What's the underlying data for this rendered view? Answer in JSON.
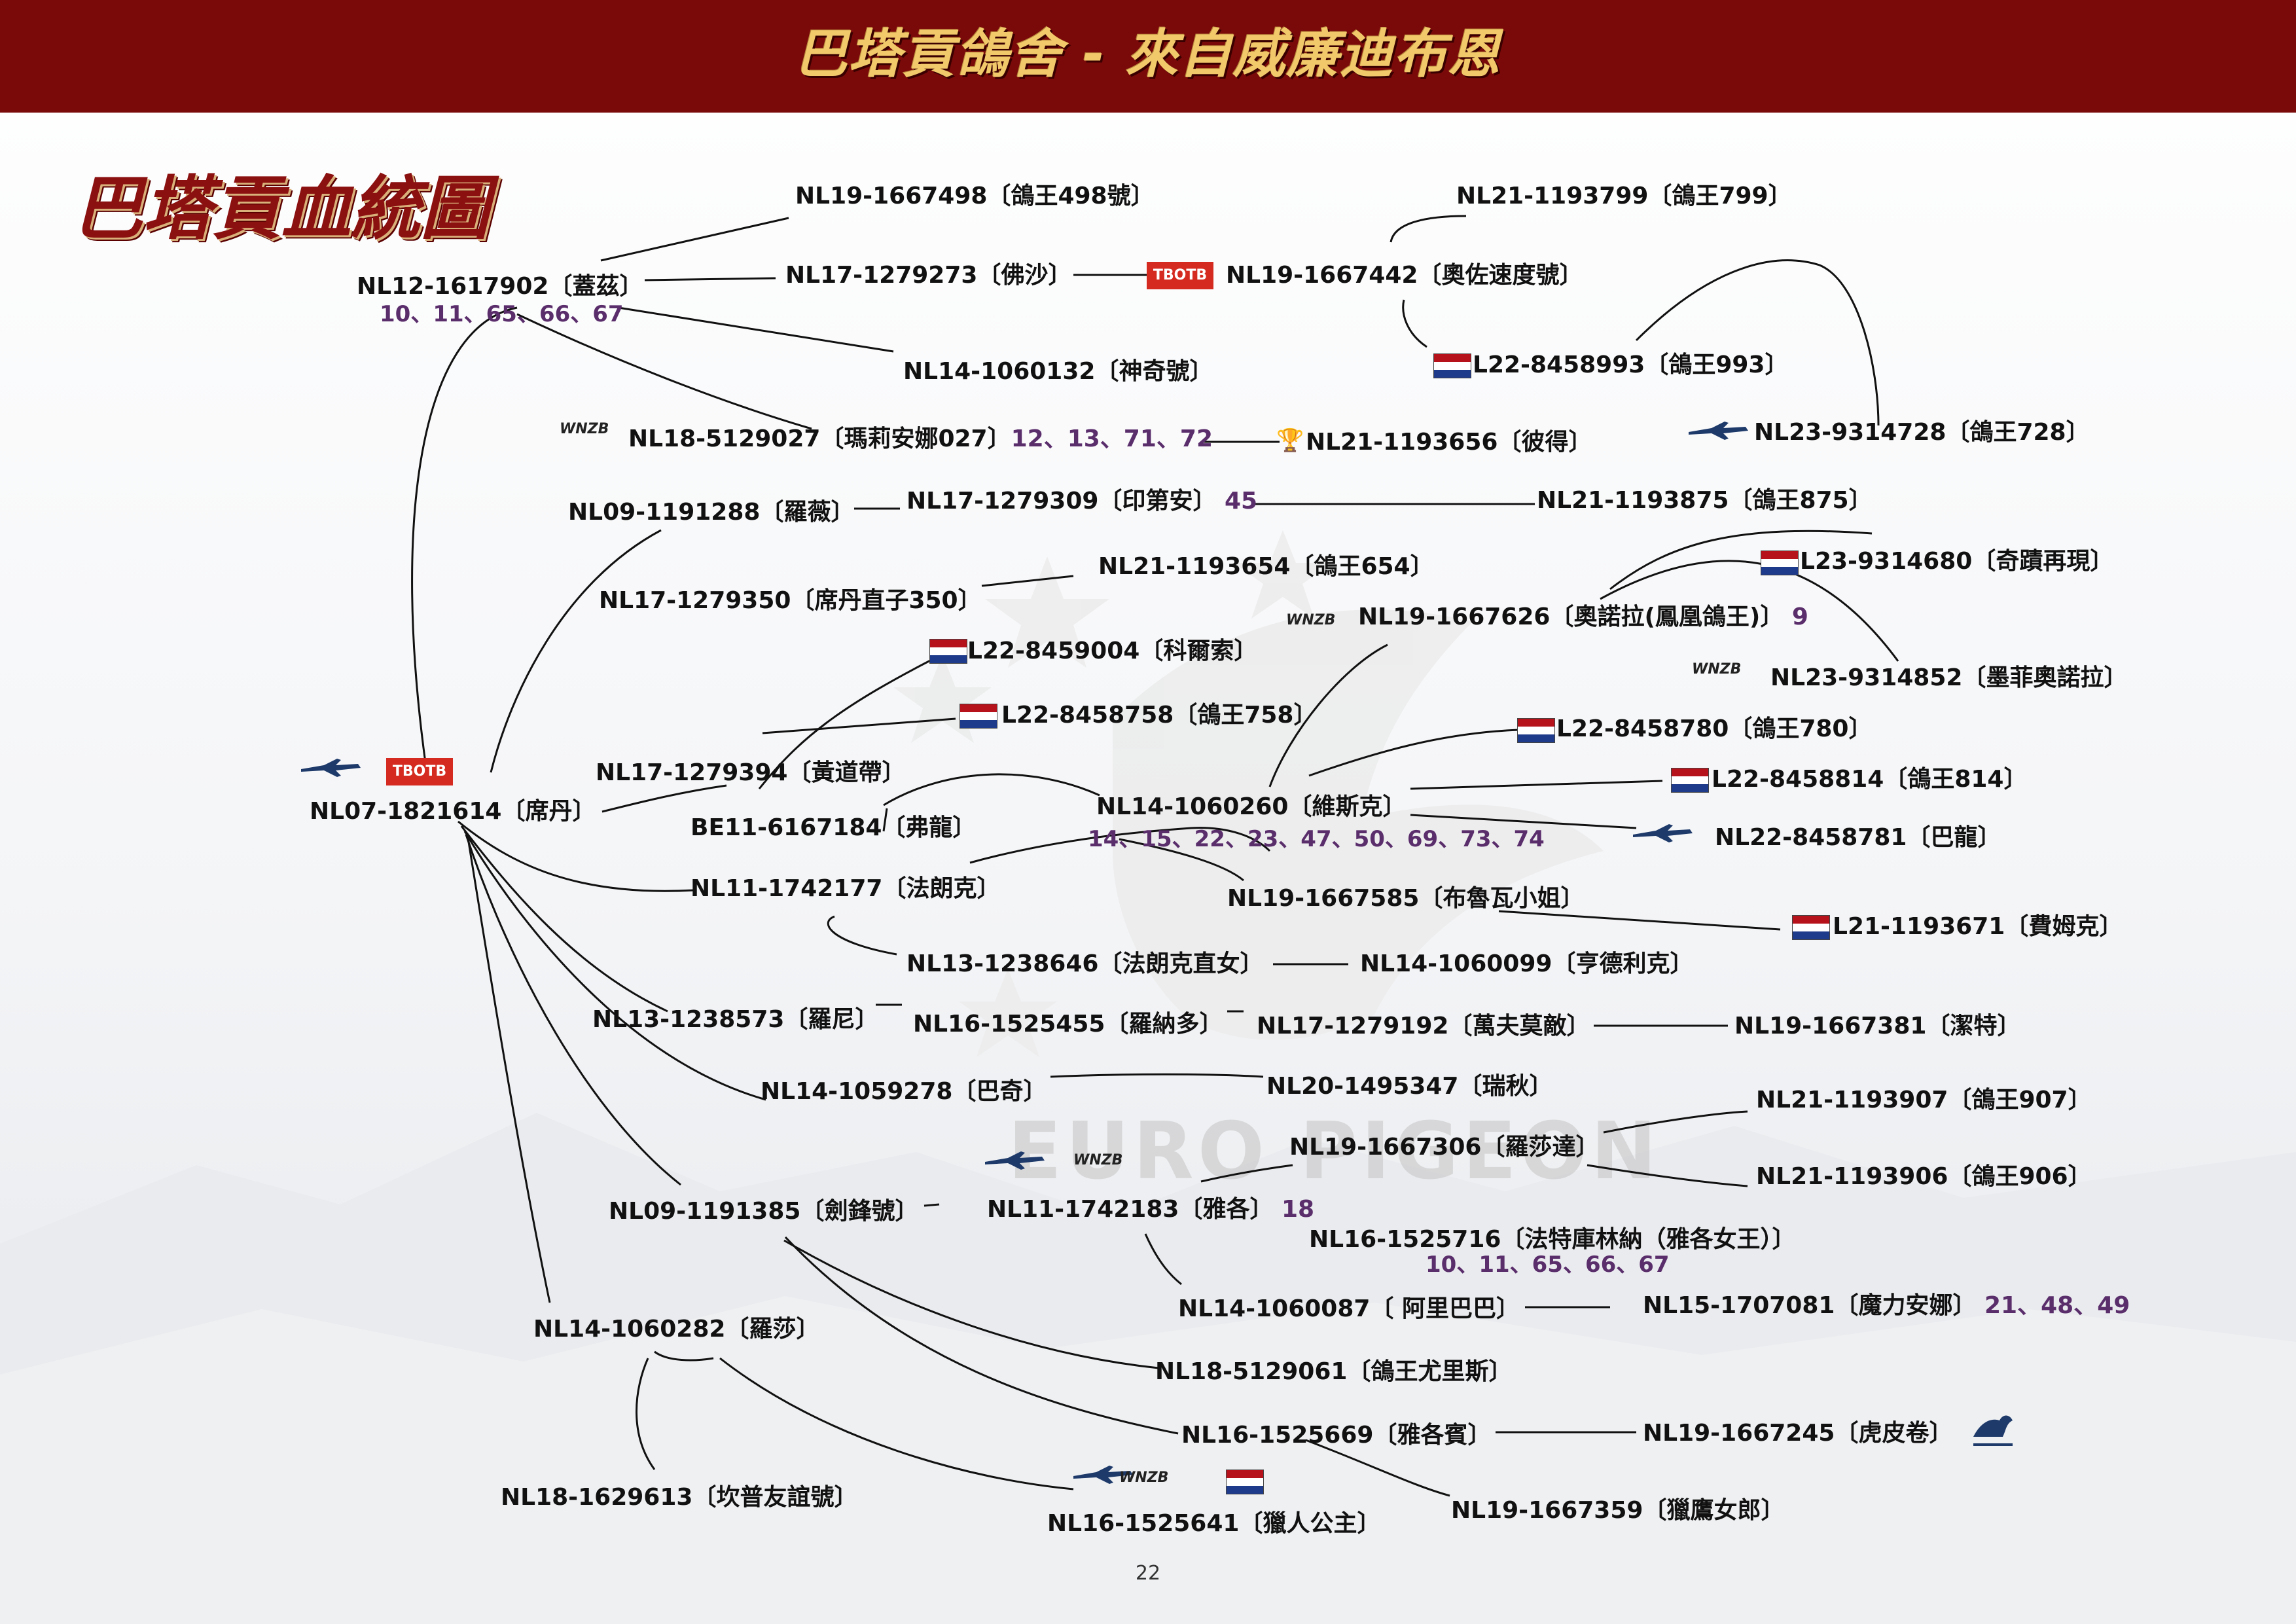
{
  "header": {
    "title": "巴塔貢鴿舍 - 來自威廉迪布恩"
  },
  "page_title": "巴塔貢血統圖",
  "watermark": "EURO PIGEON",
  "page_number": "22",
  "badges": {
    "tbotb": "TBOTB",
    "wnzb": "WNZB"
  },
  "nodes": {
    "n01": "NL19-1667498〔鴿王498號〕",
    "n02": "NL21-1193799〔鴿王799〕",
    "n03": "NL12-1617902〔蓋茲〕",
    "n04": "NL17-1279273〔佛沙〕",
    "n05": "NL19-1667442〔奧佐速度號〕",
    "n06": "NL14-1060132〔神奇號〕",
    "n07": "L22-8458993〔鴿王993〕",
    "n08": "NL18-5129027〔瑪莉安娜027〕",
    "n09": "NL21-1193656〔彼得〕",
    "n10": "NL23-9314728〔鴿王728〕",
    "n11": "NL09-1191288〔羅薇〕",
    "n12": "NL17-1279309〔印第安〕",
    "n13": "NL21-1193875〔鴿王875〕",
    "n14": "NL21-1193654〔鴿王654〕",
    "n15": "L23-9314680〔奇蹟再現〕",
    "n16": "NL17-1279350〔席丹直子350〕",
    "n17": "NL19-1667626〔奧諾拉(鳳凰鴿王)〕",
    "n18": "L22-8459004〔科爾索〕",
    "n19": "NL23-9314852〔墨菲奧諾拉〕",
    "n20": "L22-8458758〔鴿王758〕",
    "n21": "L22-8458780〔鴿王780〕",
    "n22": "NL17-1279394〔黃道帶〕",
    "n23": "L22-8458814〔鴿王814〕",
    "n24": "NL07-1821614〔席丹〕",
    "n25": "NL14-1060260〔維斯克〕",
    "n26": "BE11-6167184〔弗龍〕",
    "n27": "NL22-8458781〔巴龍〕",
    "n28": "NL11-1742177〔法朗克〕",
    "n29": "NL19-1667585〔布魯瓦小姐〕",
    "n30": "L21-1193671〔費姆克〕",
    "n31": "NL13-1238646〔法朗克直女〕",
    "n32": "NL14-1060099〔亨德利克〕",
    "n33": "NL13-1238573〔羅尼〕",
    "n34": "NL16-1525455〔羅納多〕",
    "n35": "NL17-1279192〔萬夫莫敵〕",
    "n36": "NL19-1667381〔潔特〕",
    "n37": "NL14-1059278〔巴奇〕",
    "n38": "NL20-1495347〔瑞秋〕",
    "n39": "NL21-1193907〔鴿王907〕",
    "n40": "NL19-1667306〔羅莎達〕",
    "n41": "NL21-1193906〔鴿王906〕",
    "n42": "NL09-1191385〔劍鋒號〕",
    "n43": "NL11-1742183〔雅各〕",
    "n44": "NL16-1525716〔法特庫林納（雅各女王）〕",
    "n45": "NL14-1060087〔 阿里巴巴〕",
    "n46": "NL15-1707081〔魔力安娜〕",
    "n47": "NL14-1060282〔羅莎〕",
    "n48": "NL18-5129061〔鴿王尤里斯〕",
    "n49": "NL16-1525669〔雅各賓〕",
    "n50": "NL19-1667245〔虎皮卷〕",
    "n51": "NL18-1629613〔坎普友誼號〕",
    "n52": "NL16-1525641〔獵人公主〕",
    "n53": "NL19-1667359〔獵鷹女郎〕"
  },
  "refs": {
    "r03": "10、11、65、66、67",
    "r08": "12、13、71、72",
    "r12": "45",
    "r17": "9",
    "r25": "14、15、22、23、47、50、69、73、74",
    "r43": "18",
    "r44": "10、11、65、66、67",
    "r46": "21、48、49"
  },
  "colors": {
    "header_bg": "#7a0a0a",
    "header_text": "#f1c96b",
    "title": "#8b1010",
    "refs": "#5a2d6b",
    "tbotb": "#d42a1f"
  }
}
